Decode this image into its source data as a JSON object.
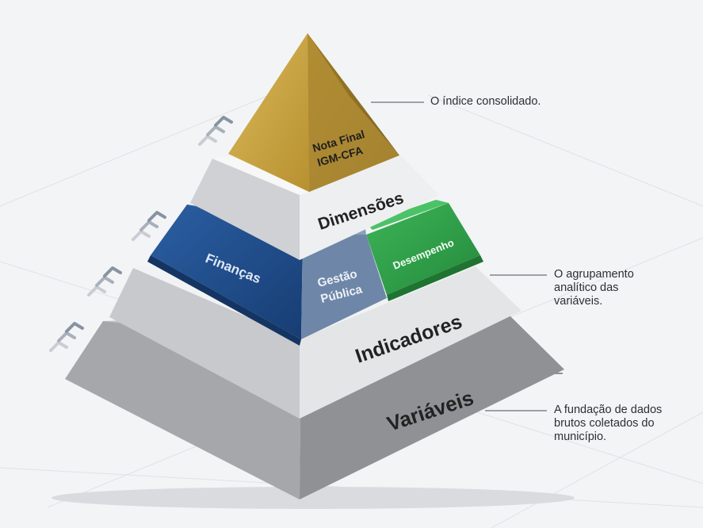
{
  "pyramid": {
    "apex": {
      "line1": "Nota Final",
      "line2": "IGM-CFA"
    },
    "level_dimensoes": "Dimensões",
    "dimensions": {
      "financas": "Finanças",
      "gestao_line1": "Gestão",
      "gestao_line2": "Pública",
      "desempenho": "Desempenho"
    },
    "level_indicadores": "Indicadores",
    "level_variaveis": "Variáveis"
  },
  "annotations": {
    "top": [
      "O índice consolidado."
    ],
    "middle": [
      "O agrupamento",
      "analítico das",
      "variáveis."
    ],
    "bottom": [
      "A fundação de dados",
      "brutos coletados do",
      "município."
    ]
  },
  "colors": {
    "gold": "#c9a546",
    "blue": "#1f4e8c",
    "slate": "#6c85a6",
    "green": "#2f9e48",
    "light_gray": "#e3e4e6",
    "mid_gray": "#c9cbce",
    "dark_gray": "#a4a6a9"
  }
}
